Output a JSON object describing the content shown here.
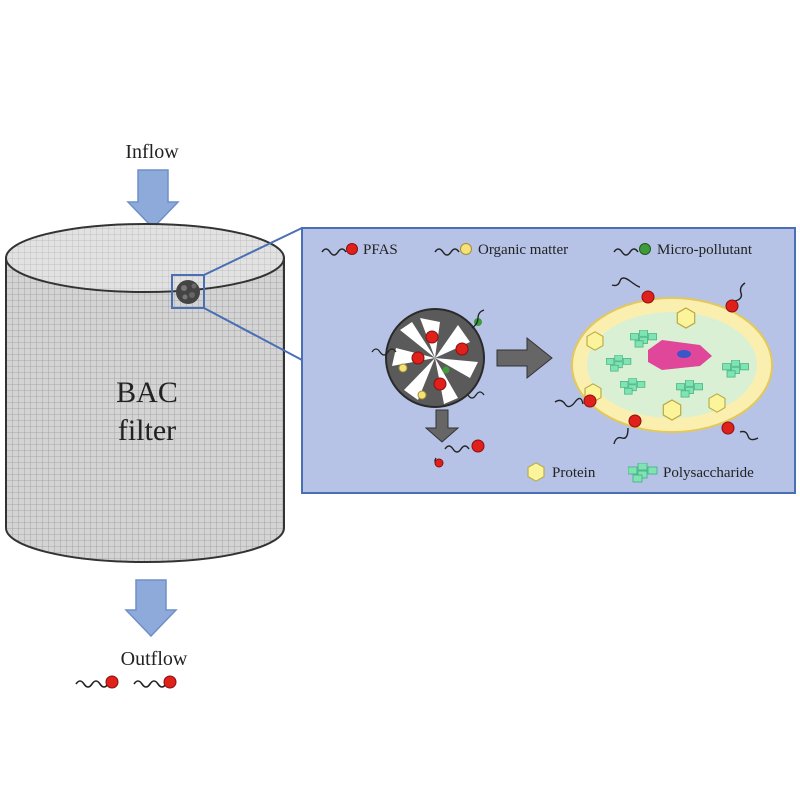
{
  "labels": {
    "inflow": "Inflow",
    "outflow": "Outflow",
    "filter_line1": "BAC",
    "filter_line2": "filter"
  },
  "legend": {
    "pfas": "PFAS",
    "organic_matter": "Organic matter",
    "micro_pollutant": "Micro-pollutant",
    "protein": "Protein",
    "polysaccharide": "Polysaccharide"
  },
  "colors": {
    "arrow": "#8eaadb",
    "arrow_stroke": "#6f8fc8",
    "panel_bg": "#b6c3e6",
    "panel_border": "#4a6fb5",
    "pfas": "#e0201b",
    "organic_matter": "#f5e07a",
    "micro_pollutant": "#3f9a3a",
    "protein": "#fbf49a",
    "polysaccharide": "#7fe3b2",
    "cell_membrane": "#fbefb0",
    "cell_interior": "#d9f0d4",
    "nucleus": "#e0479a",
    "granule": "#555555",
    "cylinder": "#d8d8d8"
  }
}
